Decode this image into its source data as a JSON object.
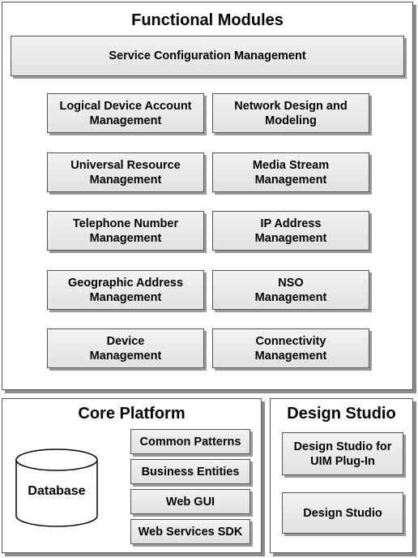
{
  "functional_modules": {
    "title": "Functional Modules",
    "top_box": "Service Configuration Management",
    "left_column": [
      "Logical Device Account\nManagement",
      "Universal Resource\nManagement",
      "Telephone Number\nManagement",
      "Geographic Address\nManagement",
      "Device\nManagement"
    ],
    "right_column": [
      "Network Design and\nModeling",
      "Media Stream\nManagement",
      "IP Address\nManagement",
      "NSO\nManagement",
      "Connectivity\nManagement"
    ]
  },
  "core_platform": {
    "title": "Core Platform",
    "database": "Database",
    "items": [
      "Common Patterns",
      "Business Entities",
      "Web GUI",
      "Web Services SDK"
    ]
  },
  "design_studio": {
    "title": "Design Studio",
    "items": [
      "Design Studio for\nUIM Plug-In",
      "Design Studio"
    ]
  }
}
